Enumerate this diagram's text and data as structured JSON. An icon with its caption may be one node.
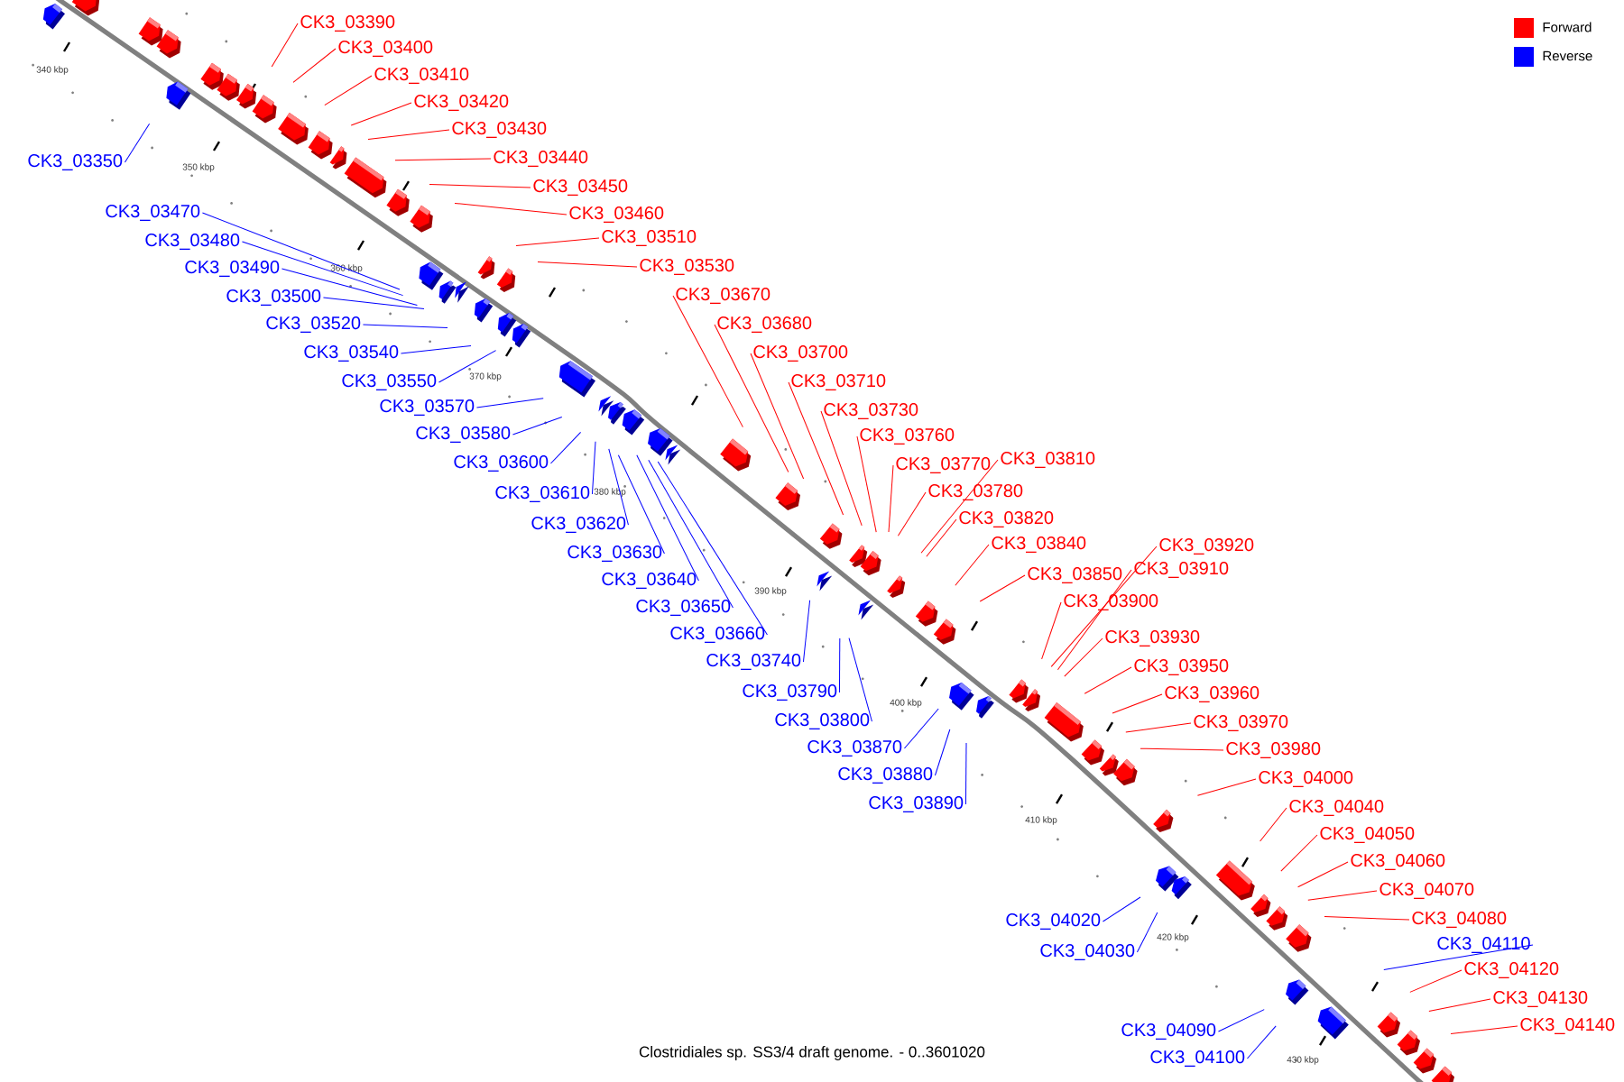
{
  "diagram": {
    "caption": "Clostridiales sp. SS3/4 draft genome. - 0..3601020",
    "nodes": [
      {
        "text": [
          "CK3_03350"
        ]
      },
      {
        "text": [
          "CK3_03390"
        ]
      },
      {
        "text": [
          "CK3_03400"
        ]
      },
      {
        "text": [
          "CK3_03410"
        ]
      },
      {
        "text": [
          "CK3_03420"
        ]
      },
      {
        "text": [
          "CK3_03430"
        ]
      },
      {
        "text": [
          "CK3_03440"
        ]
      },
      {
        "text": [
          "CK3_03450"
        ]
      },
      {
        "text": [
          "CK3_03460"
        ]
      },
      {
        "text": [
          "CK3_03470"
        ]
      },
      {
        "text": [
          "CK3_03480"
        ]
      },
      {
        "text": [
          "CK3_03490"
        ]
      },
      {
        "text": [
          "CK3_03500"
        ]
      },
      {
        "text": [
          "CK3_03510"
        ]
      },
      {
        "text": [
          "CK3_03520"
        ]
      },
      {
        "text": [
          "CK3_03530"
        ]
      },
      {
        "text": [
          "CK3_03540"
        ]
      },
      {
        "text": [
          "CK3_03550"
        ]
      },
      {
        "text": [
          "CK3_03570"
        ]
      },
      {
        "text": [
          "CK3_03580"
        ]
      },
      {
        "text": [
          "CK3_03600"
        ]
      },
      {
        "text": [
          "CK3_03610"
        ]
      },
      {
        "text": [
          "CK3_03620"
        ]
      },
      {
        "text": [
          "CK3_03630"
        ]
      },
      {
        "text": [
          "CK3_03640"
        ]
      },
      {
        "text": [
          "CK3_03650"
        ]
      },
      {
        "text": [
          "CK3_03660"
        ]
      },
      {
        "text": [
          "CK3_03670"
        ]
      },
      {
        "text": [
          "CK3_03680"
        ]
      },
      {
        "text": [
          "CK3_03700"
        ]
      },
      {
        "text": [
          "CK3_03710"
        ]
      },
      {
        "text": [
          "CK3_03730"
        ]
      },
      {
        "text": [
          "CK3_03740"
        ]
      },
      {
        "text": [
          "CK3_03760"
        ]
      },
      {
        "text": [
          "CK3_03770"
        ]
      },
      {
        "text": [
          "CK3_03780"
        ]
      },
      {
        "text": [
          "CK3_03790"
        ]
      },
      {
        "text": [
          "CK3_03800"
        ]
      },
      {
        "text": [
          "CK3_03810"
        ]
      },
      {
        "text": [
          "CK3_03820"
        ]
      },
      {
        "text": [
          "CK3_03840"
        ]
      },
      {
        "text": [
          "CK3_03850"
        ]
      },
      {
        "text": [
          "CK3_03870"
        ]
      },
      {
        "text": [
          "CK3_03880"
        ]
      },
      {
        "text": [
          "CK3_03890"
        ]
      },
      {
        "text": [
          "CK3_03900"
        ]
      },
      {
        "text": [
          "CK3_03910"
        ]
      },
      {
        "text": [
          "CK3_03920"
        ]
      },
      {
        "text": [
          "CK3_03930"
        ]
      },
      {
        "text": [
          "CK3_03950"
        ]
      },
      {
        "text": [
          "CK3_03960"
        ]
      },
      {
        "text": [
          "CK3_03970"
        ]
      },
      {
        "text": [
          "CK3_03980"
        ]
      },
      {
        "text": [
          "CK3_04000"
        ]
      },
      {
        "text": [
          "CK3_04020"
        ]
      },
      {
        "text": [
          "CK3_04030"
        ]
      },
      {
        "text": [
          "CK3_04040"
        ]
      },
      {
        "text": [
          "CK3_04050"
        ]
      },
      {
        "text": [
          "CK3_04060"
        ]
      },
      {
        "text": [
          "CK3_04070"
        ]
      },
      {
        "text": [
          "CK3_04080"
        ]
      },
      {
        "text": [
          "CK3_04090"
        ]
      },
      {
        "text": [
          "CK3_04100"
        ]
      },
      {
        "text": [
          "CK3_04110"
        ]
      },
      {
        "text": [
          "CK3_04120"
        ]
      },
      {
        "text": [
          "CK3_04130"
        ]
      },
      {
        "text": [
          "CK3_04140"
        ]
      }
    ],
    "edges": [
      {
        "from": 0,
        "to": null,
        "arrow": "none",
        "color": "#0000ff"
      },
      {
        "from": 1,
        "to": null,
        "arrow": "none"
      },
      {
        "from": 2,
        "to": null,
        "arrow": "none"
      },
      {
        "from": 3,
        "to": null,
        "arrow": "none"
      },
      {
        "from": 4,
        "to": null,
        "arrow": "none"
      },
      {
        "from": 5,
        "to": null,
        "arrow": "none"
      },
      {
        "from": 6,
        "to": null,
        "arrow": "none"
      },
      {
        "from": 7,
        "to": null,
        "arrow": "none"
      },
      {
        "from": 8,
        "to": null,
        "arrow": "none"
      },
      {
        "from": 9,
        "to": null,
        "arrow": "none",
        "color": "#0000ff"
      },
      {
        "from": 10,
        "to": null,
        "arrow": "none",
        "color": "#0000ff"
      },
      {
        "from": 11,
        "to": null,
        "arrow": "none",
        "color": "#0000ff"
      },
      {
        "from": 12,
        "to": null,
        "arrow": "none",
        "color": "#0000ff"
      },
      {
        "from": 13,
        "to": null,
        "arrow": "none"
      },
      {
        "from": 14,
        "to": null,
        "arrow": "none",
        "color": "#0000ff"
      },
      {
        "from": 15,
        "to": null,
        "arrow": "none"
      },
      {
        "from": 16,
        "to": null,
        "arrow": "none",
        "color": "#0000ff"
      },
      {
        "from": 17,
        "to": null,
        "arrow": "none",
        "color": "#0000ff"
      },
      {
        "from": 18,
        "to": null,
        "arrow": "none",
        "color": "#0000ff"
      },
      {
        "from": 19,
        "to": null,
        "arrow": "none",
        "color": "#0000ff"
      },
      {
        "from": 20,
        "to": null,
        "arrow": "none",
        "color": "#0000ff"
      },
      {
        "from": 21,
        "to": null,
        "arrow": "none",
        "color": "#0000ff"
      },
      {
        "from": 22,
        "to": null,
        "arrow": "none",
        "color": "#0000ff"
      },
      {
        "from": 23,
        "to": null,
        "arrow": "none",
        "color": "#0000ff"
      },
      {
        "from": 24,
        "to": null,
        "arrow": "none",
        "color": "#0000ff"
      },
      {
        "from": 25,
        "to": null,
        "arrow": "none",
        "color": "#0000ff"
      },
      {
        "from": 26,
        "to": null,
        "arrow": "none",
        "color": "#0000ff"
      },
      {
        "from": 27,
        "to": null,
        "arrow": "none"
      },
      {
        "from": 28,
        "to": null,
        "arrow": "none"
      },
      {
        "from": 29,
        "to": null,
        "arrow": "none"
      },
      {
        "from": 30,
        "to": null,
        "arrow": "none"
      },
      {
        "from": 31,
        "to": null,
        "arrow": "none"
      },
      {
        "from": 32,
        "to": null,
        "arrow": "none",
        "color": "#0000ff"
      },
      {
        "from": 33,
        "to": null,
        "arrow": "none"
      },
      {
        "from": 34,
        "to": null,
        "arrow": "none"
      },
      {
        "from": 35,
        "to": null,
        "arrow": "none"
      },
      {
        "from": 36,
        "to": null,
        "arrow": "none",
        "color": "#0000ff"
      },
      {
        "from": 37,
        "to": null,
        "arrow": "none",
        "color": "#0000ff"
      },
      {
        "from": 38,
        "to": null,
        "arrow": "none"
      },
      {
        "from": 39,
        "to": null,
        "arrow": "none"
      },
      {
        "from": 40,
        "to": null,
        "arrow": "none"
      },
      {
        "from": 41,
        "to": null,
        "arrow": "none"
      },
      {
        "from": 42,
        "to": null,
        "arrow": "none",
        "color": "#0000ff"
      },
      {
        "from": 43,
        "to": null,
        "arrow": "none",
        "color": "#0000ff"
      },
      {
        "from": 44,
        "to": null,
        "arrow": "none",
        "color": "#0000ff"
      },
      {
        "from": 45,
        "to": null,
        "arrow": "none"
      },
      {
        "from": 46,
        "to": null,
        "arrow": "none"
      },
      {
        "from": 47,
        "to": null,
        "arrow": "none"
      },
      {
        "from": 48,
        "to": null,
        "arrow": "none"
      },
      {
        "from": 49,
        "to": null,
        "arrow": "none"
      },
      {
        "from": 50,
        "to": null,
        "arrow": "none"
      },
      {
        "from": 51,
        "to": null,
        "arrow": "none"
      },
      {
        "from": 52,
        "to": null,
        "arrow": "none"
      },
      {
        "from": 53,
        "to": null,
        "arrow": "none"
      },
      {
        "from": 54,
        "to": null,
        "arrow": "none",
        "color": "#0000ff"
      },
      {
        "from": 55,
        "to": null,
        "arrow": "none",
        "color": "#0000ff"
      },
      {
        "from": 56,
        "to": null,
        "arrow": "none"
      },
      {
        "from": 57,
        "to": null,
        "arrow": "none"
      },
      {
        "from": 58,
        "to": null,
        "arrow": "none"
      },
      {
        "from": 59,
        "to": null,
        "arrow": "none"
      },
      {
        "from": 60,
        "to": null,
        "arrow": "none"
      },
      {
        "from": 61,
        "to": null,
        "arrow": "none",
        "color": "#0000ff"
      },
      {
        "from": 62,
        "to": null,
        "arrow": "none",
        "color": "#0000ff"
      },
      {
        "from": 63,
        "to": null,
        "arrow": "none",
        "color": "#0000ff"
      },
      {
        "from": 64,
        "to": null,
        "arrow": "none"
      },
      {
        "from": 65,
        "to": null,
        "arrow": "none"
      },
      {
        "from": 66,
        "to": null,
        "arrow": "none"
      }
    ],
    "labels": [
      "340 kbp",
      "350 kbp",
      "360 kbp",
      "370 kbp",
      "380 kbp",
      "390 kbp",
      "400 kbp",
      "410 kbp",
      "420 kbp",
      "430 kbp"
    ],
    "legend": [
      {
        "text": "Forward",
        "color": "#ff0000"
      },
      {
        "text": "Reverse",
        "color": "#0000ff"
      }
    ]
  }
}
